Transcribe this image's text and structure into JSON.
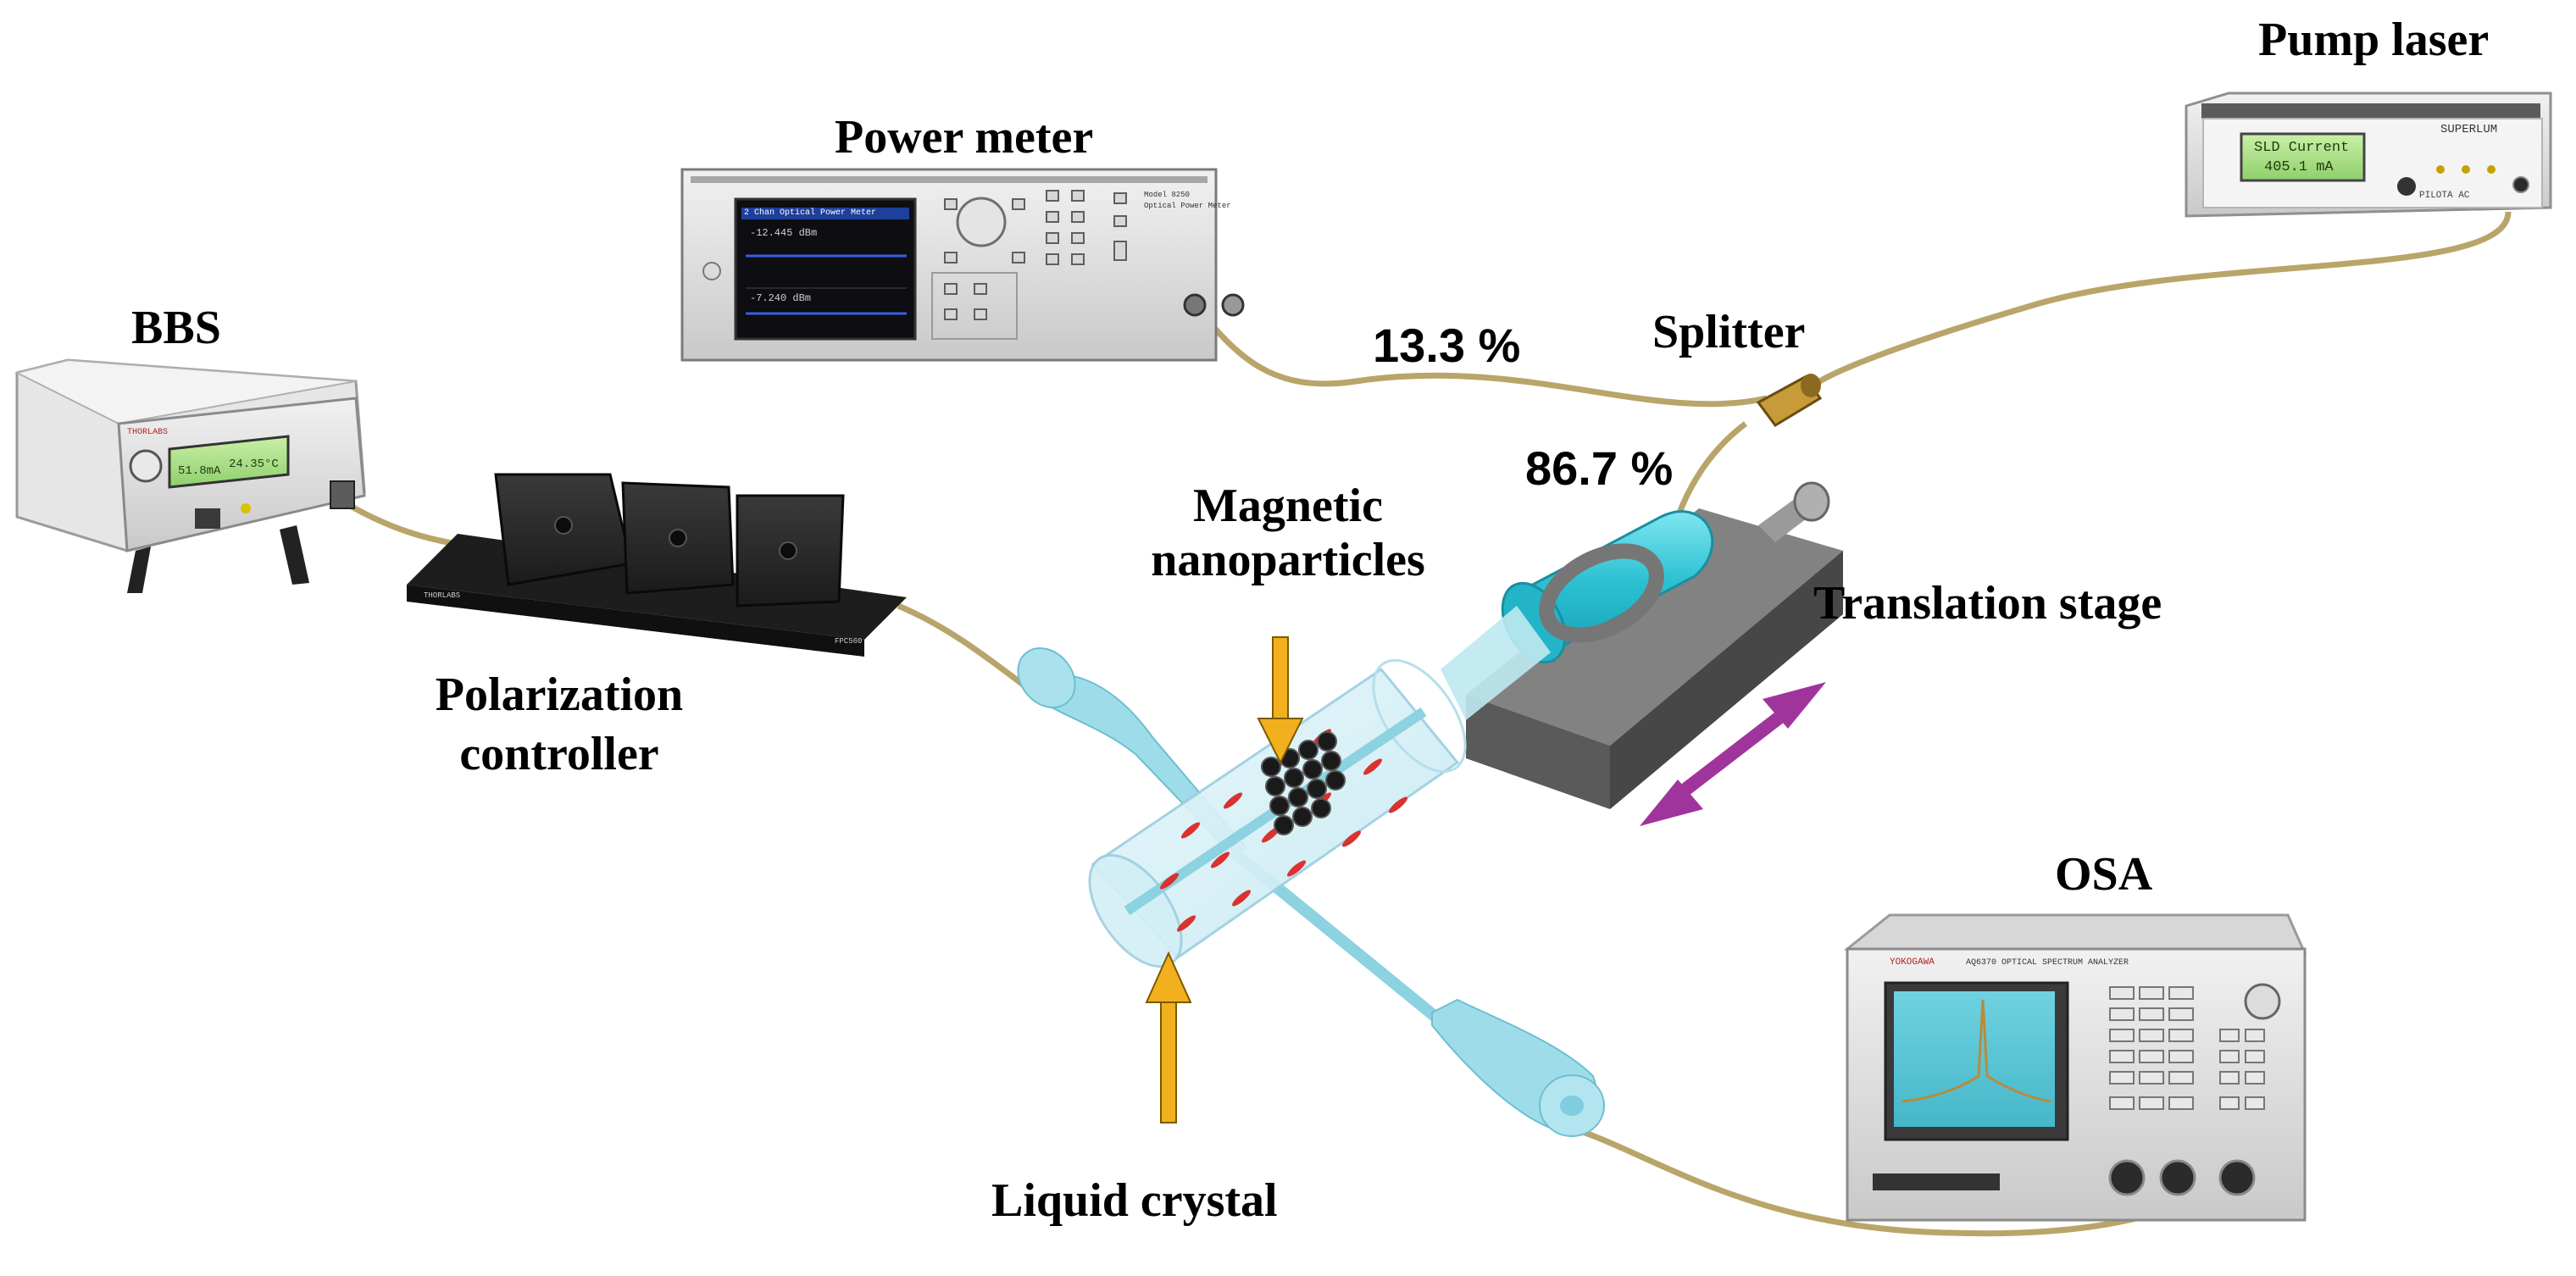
{
  "labels": {
    "pump_laser": "Pump laser",
    "power_meter": "Power meter",
    "bbs": "BBS",
    "ratio_low": "13.3 %",
    "ratio_high": "86.7 %",
    "splitter": "Splitter",
    "magnetic_line1": "Magnetic",
    "magnetic_line2": "nanoparticles",
    "translation_stage": "Translation stage",
    "polarization_line1": "Polarization",
    "polarization_line2": "controller",
    "osa": "OSA",
    "liquid_crystal": "Liquid crystal"
  },
  "device_text": {
    "pump_screen_line1": "SLD Current",
    "pump_screen_line2": "405.1 mA",
    "pump_brand": "SUPERLUM",
    "pump_model": "PILOTA AC",
    "power_meter_screen_title": "2 Chan Optical Power Meter",
    "power_meter_reading1": "-12.445 dBm",
    "power_meter_reading2": "-7.240 dBm",
    "power_meter_model_line1": "Model 8250",
    "power_meter_model_line2": "Optical Power Meter",
    "bbs_brand": "THORLABS",
    "bbs_reading1": "51.8mA",
    "bbs_reading2": "24.35°C",
    "polarization_brand": "THORLABS",
    "polarization_model": "FPC560",
    "osa_brand": "YOKOGAWA",
    "osa_title": "AQ6370  OPTICAL SPECTRUM ANALYZER"
  },
  "colors": {
    "fiber": "#b9a56a",
    "arrow": "#f2b01e",
    "stage_arrow": "#a0349d",
    "capillary": "#9fdce9",
    "cyan_holder": "#35c6d6",
    "stage_block": "#6f6f6f",
    "particle": "#1a1a1a",
    "lc_molecule": "#d9322f"
  }
}
